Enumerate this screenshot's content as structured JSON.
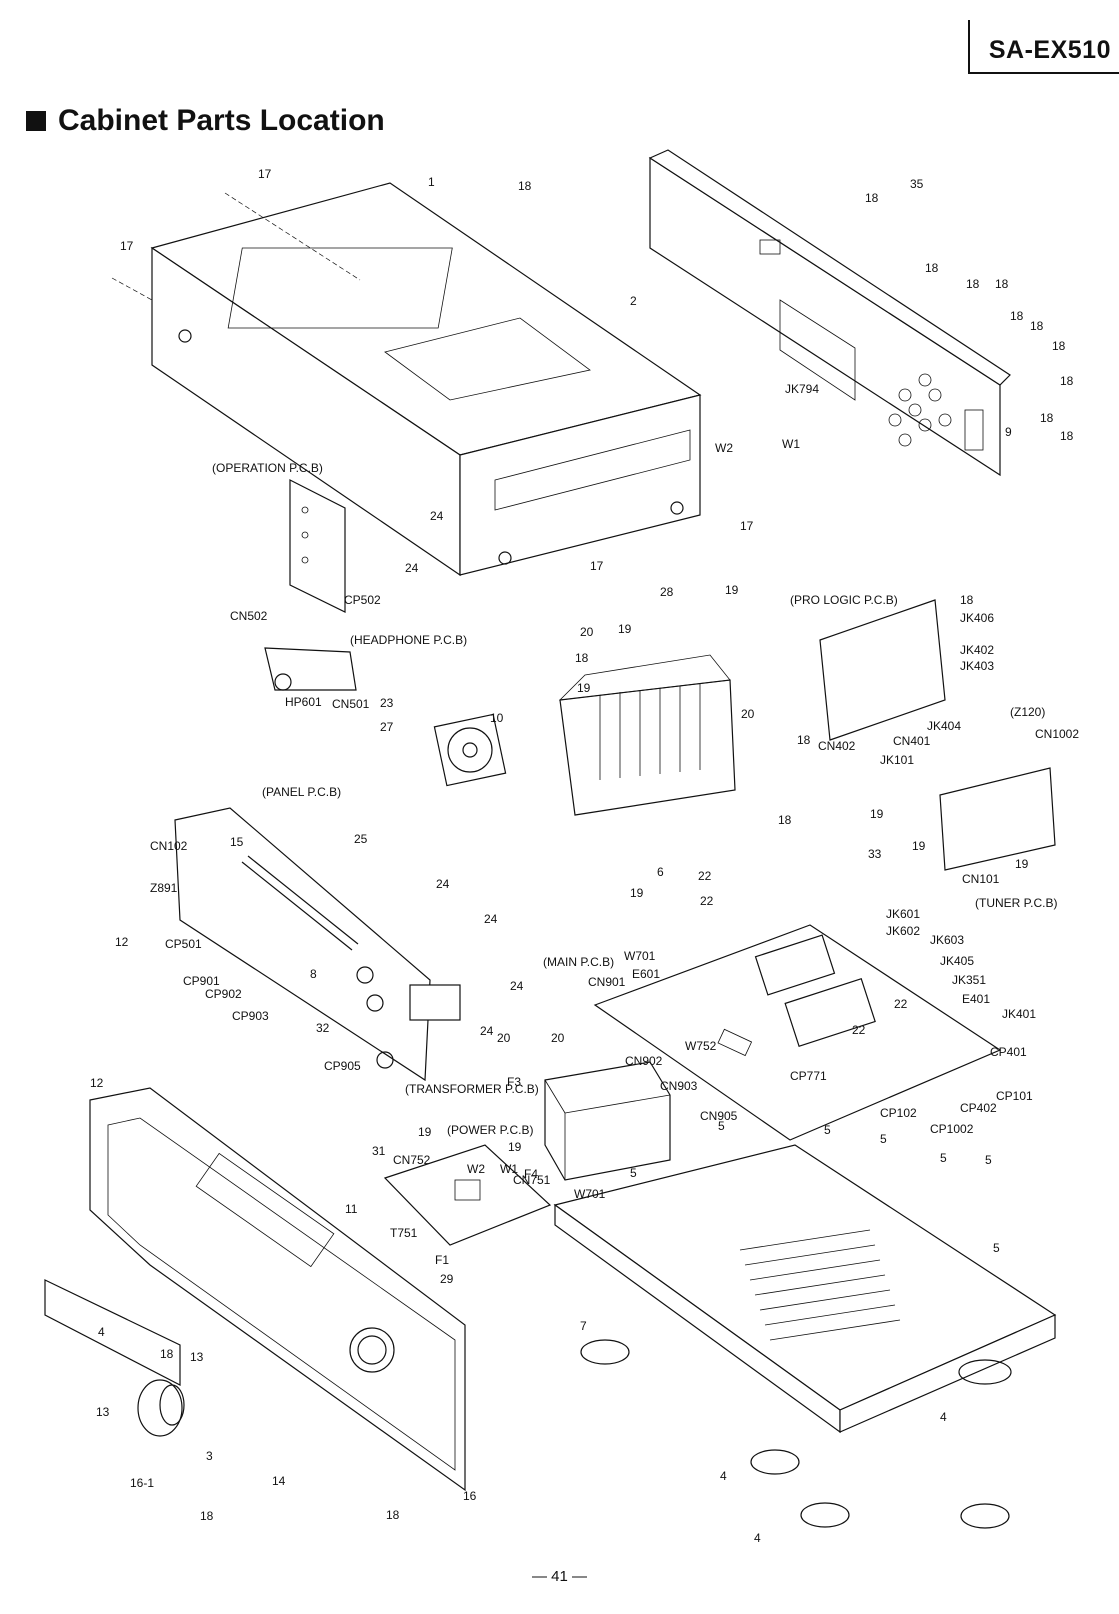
{
  "model": "SA-EX510",
  "heading": "Cabinet Parts Location",
  "page_number": "— 41 —",
  "boards": {
    "operation": "(OPERATION P.C.B)",
    "headphone": "(HEADPHONE P.C.B)",
    "panel": "(PANEL P.C.B)",
    "pro_logic": "(PRO LOGIC P.C.B)",
    "tuner": "(TUNER P.C.B)",
    "main": "(MAIN P.C.B)",
    "transformer": "(TRANSFORMER P.C.B)",
    "power": "(POWER P.C.B)",
    "z120": "(Z120)"
  },
  "callouts": [
    "17",
    "17",
    "1",
    "18",
    "2",
    "35",
    "18",
    "18",
    "18",
    "18",
    "18",
    "18",
    "18",
    "18",
    "18",
    "18",
    "9",
    "JK794",
    "W1",
    "W2",
    "24",
    "24",
    "CP502",
    "17",
    "17",
    "CN502",
    "HP601",
    "23",
    "CN501",
    "27",
    "28",
    "19",
    "20",
    "19",
    "18",
    "19",
    "20",
    "10",
    "18",
    "18",
    "18",
    "JK406",
    "JK402",
    "JK403",
    "JK404",
    "CN401",
    "CN402",
    "CN1002",
    "JK101",
    "19",
    "33",
    "19",
    "19",
    "CN101",
    "CN102",
    "15",
    "Z891",
    "25",
    "24",
    "24",
    "24",
    "24",
    "CP501",
    "12",
    "CP901",
    "CP902",
    "CP903",
    "8",
    "CP905",
    "32",
    "12",
    "6",
    "22",
    "19",
    "22",
    "W701",
    "E601",
    "CN901",
    "JK601",
    "JK602",
    "JK603",
    "JK405",
    "JK351",
    "E401",
    "JK401",
    "CP401",
    "CP101",
    "CP402",
    "CP102",
    "CP1002",
    "CP771",
    "CN902",
    "CN903",
    "CN905",
    "W752",
    "22",
    "22",
    "20",
    "20",
    "F3",
    "W2",
    "W1",
    "F4",
    "W701",
    "CN752",
    "CN751",
    "T751",
    "F1",
    "29",
    "31",
    "11",
    "5",
    "5",
    "5",
    "5",
    "5",
    "5",
    "5",
    "7",
    "4",
    "4",
    "4",
    "4",
    "18",
    "13",
    "13",
    "16-1",
    "3",
    "14",
    "18",
    "18",
    "16",
    "19",
    "19"
  ]
}
